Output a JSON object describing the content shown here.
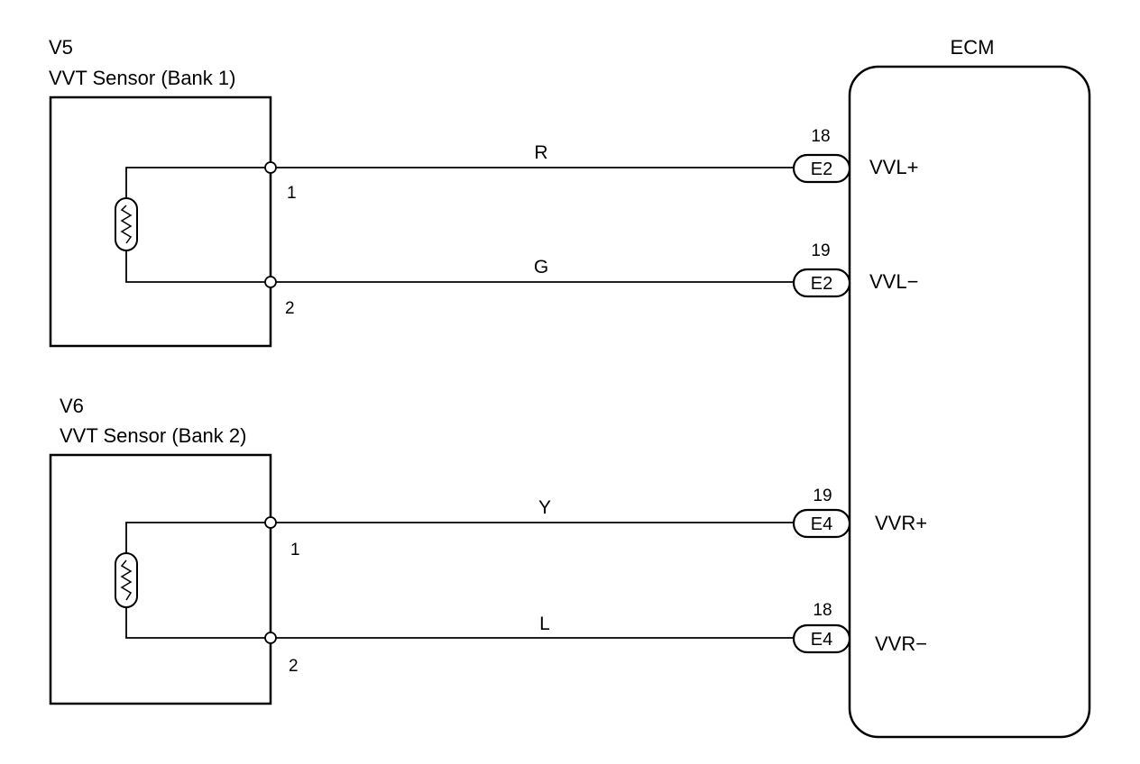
{
  "ecm": {
    "label": "ECM",
    "signals": [
      "VVL+",
      "VVL−",
      "VVR+",
      "VVR−"
    ]
  },
  "sensors": [
    {
      "code": "V5",
      "name": "VVT Sensor (Bank 1)",
      "pins": [
        "1",
        "2"
      ],
      "wires": [
        {
          "color": "R",
          "ecm_pin": "18",
          "connector": "E2",
          "signal": "VVL+"
        },
        {
          "color": "G",
          "ecm_pin": "19",
          "connector": "E2",
          "signal": "VVL−"
        }
      ]
    },
    {
      "code": "V6",
      "name": "VVT Sensor (Bank 2)",
      "pins": [
        "1",
        "2"
      ],
      "wires": [
        {
          "color": "Y",
          "ecm_pin": "19",
          "connector": "E4",
          "signal": "VVR+"
        },
        {
          "color": "L",
          "ecm_pin": "18",
          "connector": "E4",
          "signal": "VVR−"
        }
      ]
    }
  ]
}
